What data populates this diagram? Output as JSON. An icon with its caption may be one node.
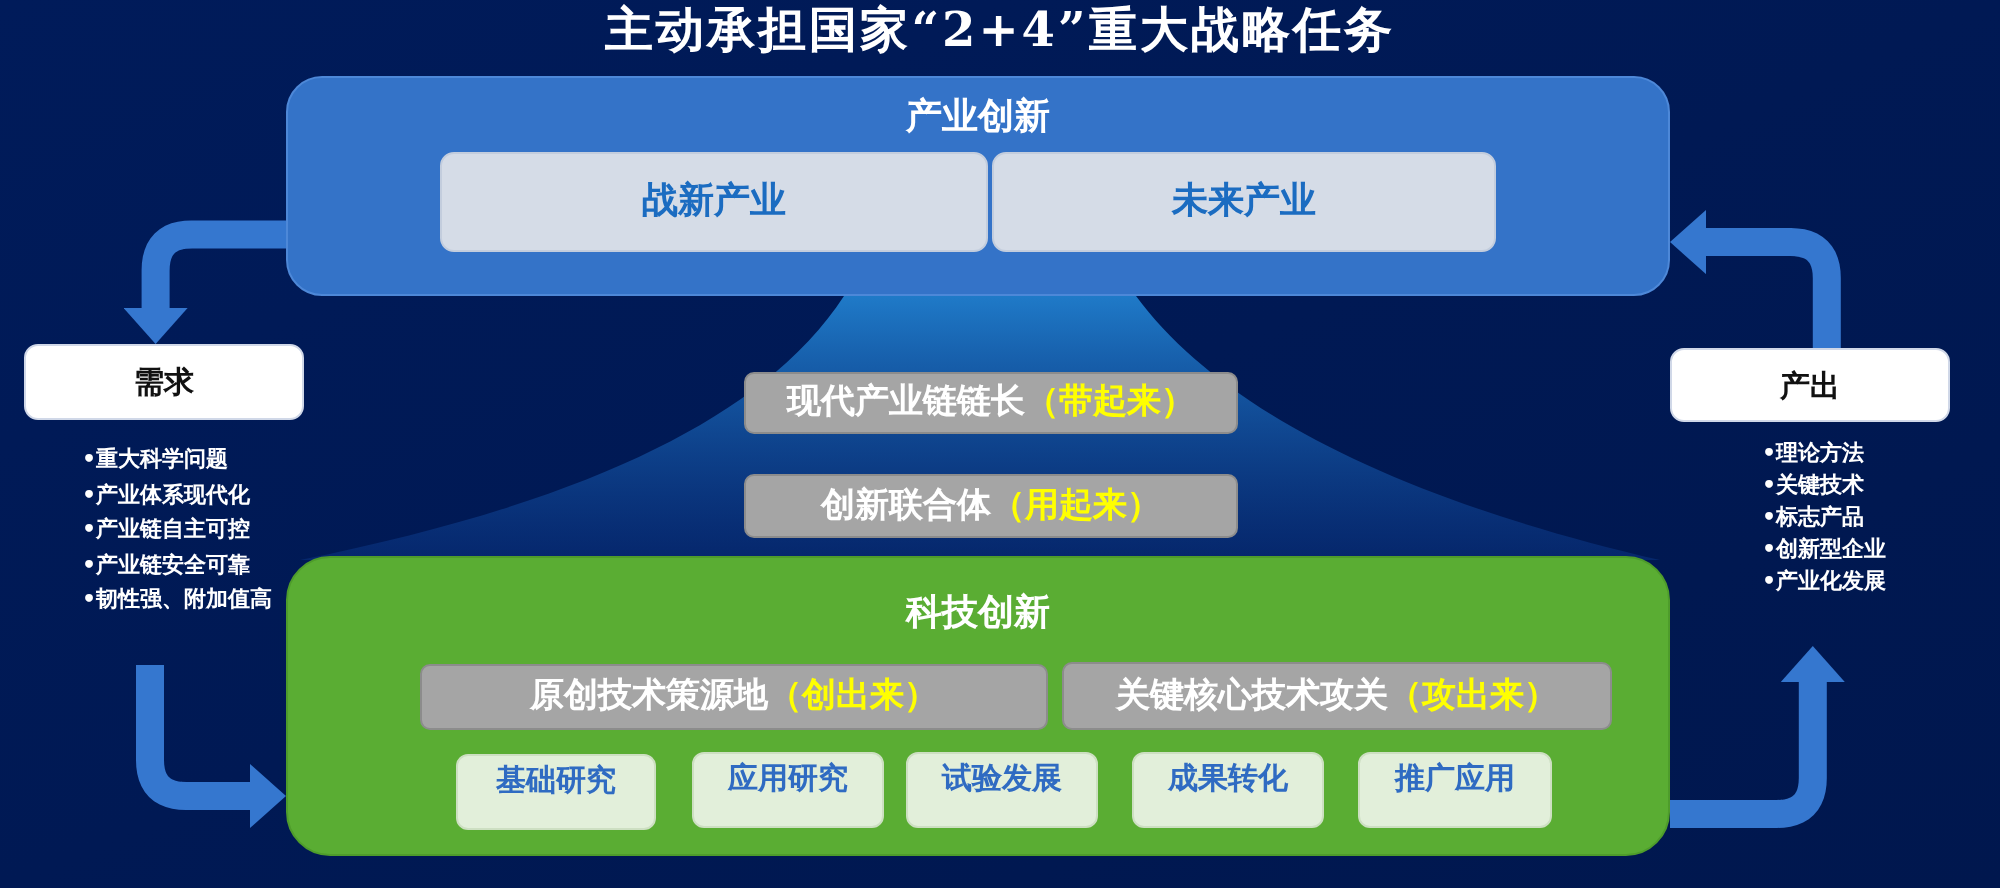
{
  "diagram": {
    "title": "主动承担国家“2+4”重大战略任务",
    "nodes": [
      {
        "text": [
          "产业创新"
        ]
      },
      {
        "text": [
          "战新产业"
        ],
        "in": 0
      },
      {
        "text": [
          "未来产业"
        ],
        "in": 0
      },
      {
        "text": [
          "需求"
        ],
        "beside": [
          "•重大科学问题",
          "•产业体系现代化",
          "•产业链自主可控",
          "•产业链安全可靠",
          "•韧性强、附加值高"
        ]
      },
      {
        "text": [
          "产出"
        ],
        "beside": [
          "•理论方法",
          "•关键技术",
          "•标志产品",
          "•创新型企业",
          "•产业化发展"
        ]
      },
      {
        "text": [
          "现代产业链链长",
          "（带起来）"
        ]
      },
      {
        "text": [
          "创新联合体",
          "（用起来）"
        ]
      },
      {
        "text": [
          "科技创新"
        ]
      },
      {
        "text": [
          "原创技术策源地",
          "（创出来）"
        ],
        "in": 7
      },
      {
        "text": [
          "关键核心技术攻关",
          "（攻出来）"
        ],
        "in": 7
      },
      {
        "text": [
          "基础研究"
        ],
        "in": 7
      },
      {
        "text": [
          "应用研究"
        ],
        "in": 7
      },
      {
        "text": [
          "试验发展"
        ],
        "in": 7
      },
      {
        "text": [
          "成果转化"
        ],
        "in": 7
      },
      {
        "text": [
          "推广应用"
        ],
        "in": 7
      }
    ],
    "edges": [
      {
        "from": 0,
        "to": 3,
        "arrow": "to"
      },
      {
        "from": 3,
        "to": 7,
        "arrow": "to"
      },
      {
        "from": 7,
        "to": 4,
        "arrow": "to"
      },
      {
        "from": 4,
        "to": 0,
        "arrow": "to"
      }
    ]
  }
}
